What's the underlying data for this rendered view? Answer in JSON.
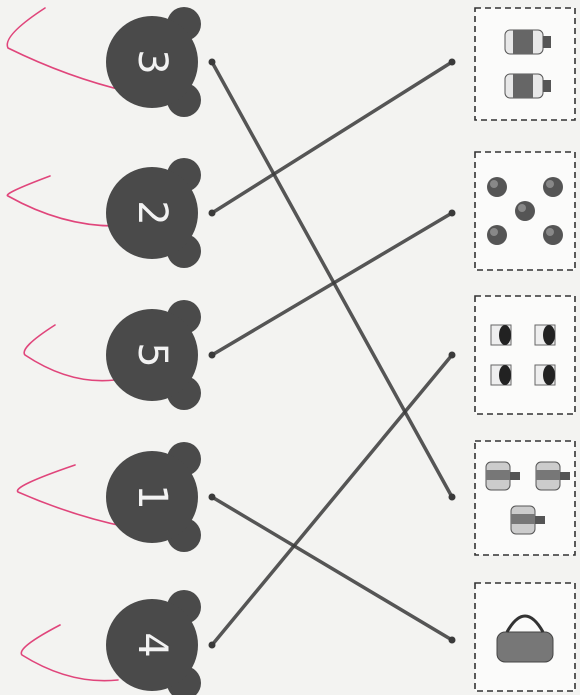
{
  "worksheet": {
    "numbers": [
      "3",
      "2",
      "5",
      "1",
      "4"
    ],
    "pictures": [
      {
        "icon": "milk-bottle-icon",
        "count": 2
      },
      {
        "icon": "ball-icon",
        "count": 5
      },
      {
        "icon": "cup-icon",
        "count": 4
      },
      {
        "icon": "sauce-bottle-icon",
        "count": 3
      },
      {
        "icon": "bag-icon",
        "count": 1
      }
    ],
    "matches": [
      [
        0,
        3
      ],
      [
        1,
        0
      ],
      [
        2,
        1
      ],
      [
        3,
        4
      ],
      [
        4,
        2
      ]
    ]
  },
  "colors": {
    "bear": "#4a4a4a",
    "line": "#3a3a3a",
    "tick": "#e0457b",
    "border": "#333333"
  }
}
